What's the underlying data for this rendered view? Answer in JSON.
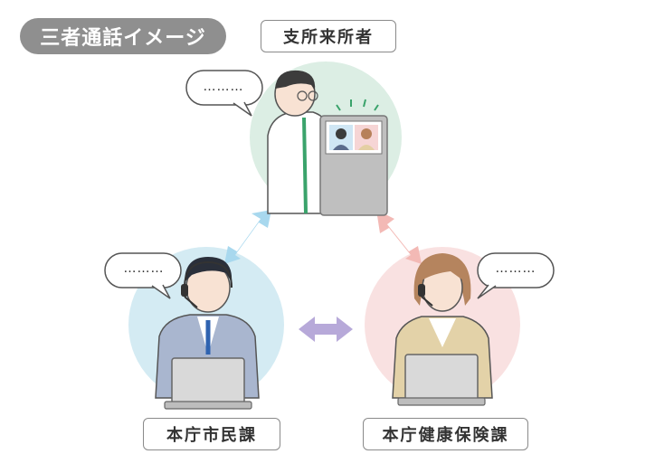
{
  "title": "三者通話イメージ",
  "labels": {
    "visitor": "支所来所者",
    "city_office": "本庁市民課",
    "health_office": "本庁健康保険課"
  },
  "speech": {
    "visitor": "………",
    "city_office": "………",
    "health_office": "………"
  },
  "colors": {
    "visitor_circle": "#dceee4",
    "city_circle": "#d4ebf3",
    "health_circle": "#f9e1e1",
    "arrow_blue": "#a8d8ee",
    "arrow_pink": "#f3b9b5",
    "arrow_purple": "#b7a9d9"
  }
}
